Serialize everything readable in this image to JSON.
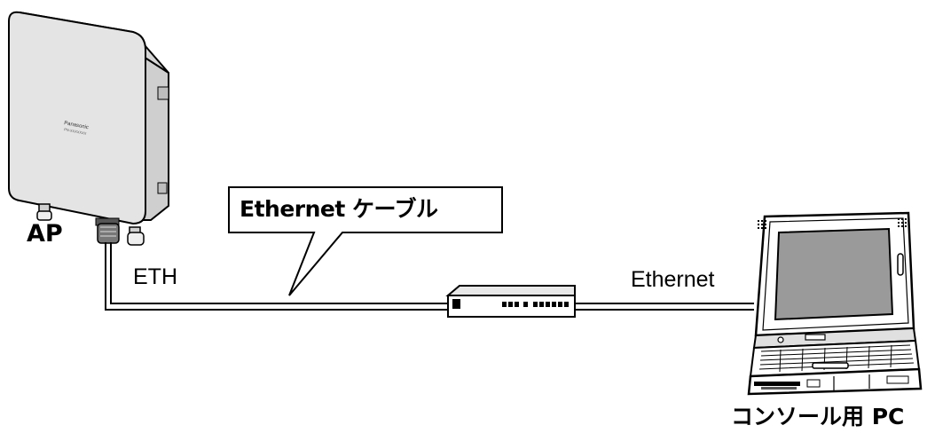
{
  "labels": {
    "ap": "AP",
    "eth_port": "ETH",
    "cable_callout": "Ethernet ケーブル",
    "pc_port": "Ethernet",
    "pc": "コンソール用 PC"
  },
  "device_text": {
    "ap_brand": "Panasonic",
    "ap_model": "PN-XXXXXXX"
  },
  "colors": {
    "line": "#000000",
    "ap_panel": "#e4e4e4",
    "ap_side": "#cfcfcf",
    "screen": "#9a9a9a",
    "background": "#ffffff"
  },
  "icons": {
    "access_point": "access-point-icon",
    "switch": "network-switch-icon",
    "laptop": "laptop-icon"
  }
}
